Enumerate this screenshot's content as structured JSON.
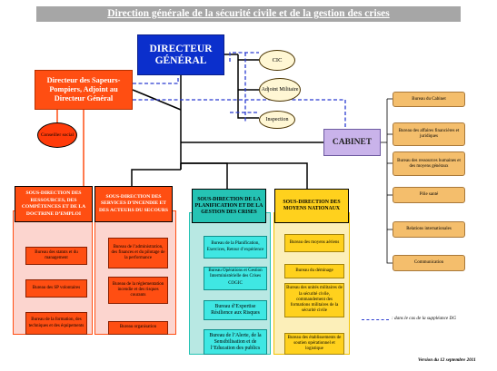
{
  "title": "Direction générale de la sécurité civile et de la gestion des crises",
  "directeur": "DIRECTEUR GÉNÉRAL",
  "adjoint": "Directeur des Sapeurs-Pompiers, Adjoint au Directeur Général",
  "conseiller": "Conseiller social",
  "satellites": [
    "CIC",
    "Adjoint Militaire",
    "Inspection"
  ],
  "cabinet": "CABINET",
  "cabinet_bureaux": [
    "Bureau du Cabinet",
    "Bureau des affaires financières et juridiques",
    "Bureau des ressources humaines et des moyens généraux",
    "Pôle santé",
    "Relations internationales",
    "Communication"
  ],
  "sous_directions": [
    {
      "title": "SOUS-DIRECTION DES RESSOURCES, DES COMPÉTENCES ET DE LA DOCTRINE D’EMPLOI",
      "bureaux": [
        "Bureau des statuts et du management",
        "Bureau des SP volontaires",
        "Bureau de la formation, des techniques et des équipements"
      ]
    },
    {
      "title": "SOUS-DIRECTION DES SERVICES D’INCENDIE ET DES ACTEURS DU SECOURS",
      "bureaux": [
        "Bureau de l’administration, des finances et du pilotage de la performance",
        "Bureau de la réglementation incendie et des risques courants",
        "Bureau organisation"
      ]
    },
    {
      "title": "SOUS-DIRECTION DE LA PLANIFICATION ET DE LA GESTION DES CRISES",
      "bureaux": [
        "Bureau de la Planification, Exercices, Retour d’expérience",
        "Bureau Opérations et Gestion Interministérielle des Crises",
        "COGIC",
        "Bureau d’Expertise Résilience aux Risques",
        "Bureau de l’Alerte, de la Sensibilisation et de l’Education des publics"
      ]
    },
    {
      "title": "SOUS-DIRECTION DES MOYENS NATIONAUX",
      "bureaux": [
        "Bureau des moyens aériens",
        "Bureau du déminage",
        "Bureau des unités militaires de la sécurité civile, commandement des formations militaires de la sécurité civile",
        "Bureau des établissements de soutien opérationnel et logistique"
      ]
    }
  ],
  "legend": ": dans le cas de la suppléance DG",
  "version": "Version du 12 septembre 2011",
  "colors": {
    "directeur": "#0b2fcc",
    "red": "#ff4e12",
    "teal": "#25c3b4",
    "cyan": "#3fe7e3",
    "yellow": "#ffd11d",
    "cabinet": "#c9b3ea",
    "orange": "#f4be6c",
    "dashed": "#2a3bd1"
  }
}
